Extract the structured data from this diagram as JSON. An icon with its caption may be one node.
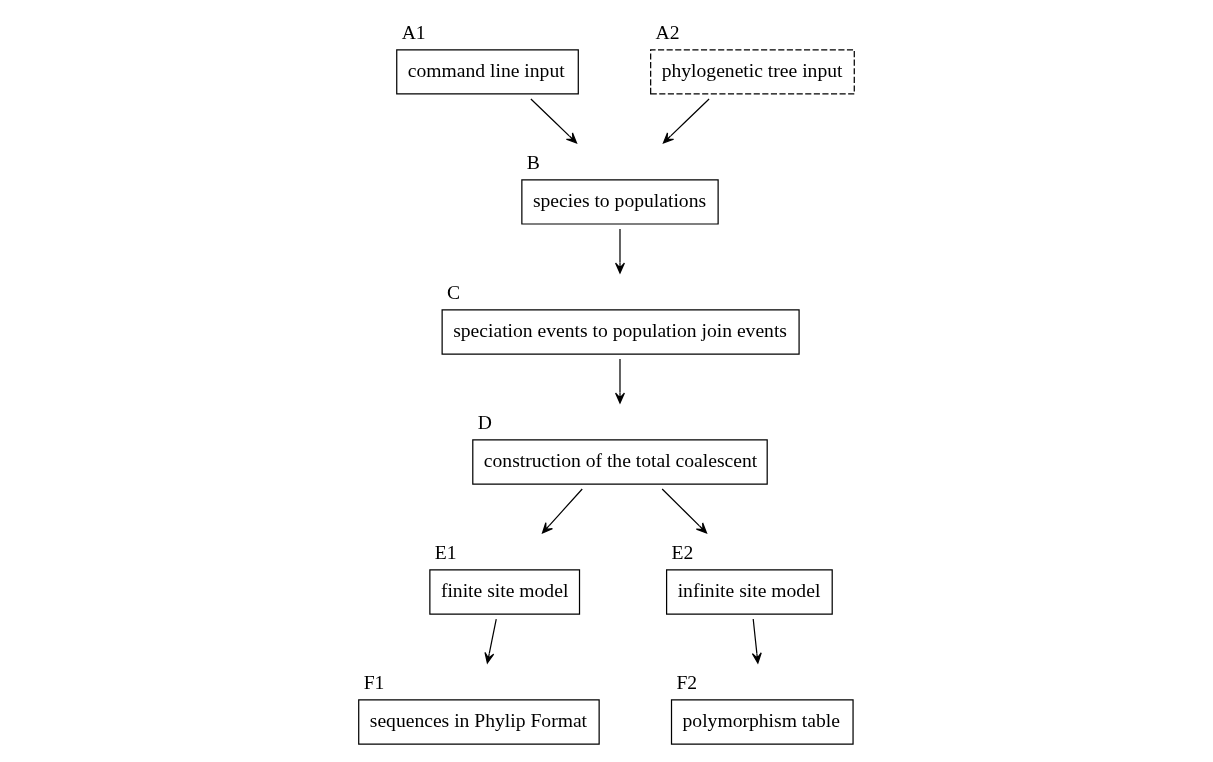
{
  "diagram": {
    "nodes": [
      {
        "text": [
          "A1",
          "command line input"
        ]
      },
      {
        "text": [
          "A2",
          "phylogenetic tree input"
        ]
      },
      {
        "text": [
          "B",
          "species to populations"
        ]
      },
      {
        "text": [
          "C",
          "speciation events to population join events"
        ]
      },
      {
        "text": [
          "D",
          "construction of the total coalescent"
        ]
      },
      {
        "text": [
          "E1",
          "finite site model"
        ]
      },
      {
        "text": [
          "E2",
          "infinite site model"
        ]
      },
      {
        "text": [
          "F1",
          "sequences in Phylip Format"
        ]
      },
      {
        "text": [
          "F2",
          "polymorphism table"
        ]
      }
    ],
    "edges": [
      {
        "from": 0,
        "to": 2,
        "arrow": "to"
      },
      {
        "from": 1,
        "to": 2,
        "arrow": "to"
      },
      {
        "from": 2,
        "to": 3,
        "arrow": "to"
      },
      {
        "from": 3,
        "to": 4,
        "arrow": "to"
      },
      {
        "from": 4,
        "to": 5,
        "arrow": "to"
      },
      {
        "from": 4,
        "to": 6,
        "arrow": "to"
      },
      {
        "from": 5,
        "to": 7,
        "arrow": "to"
      },
      {
        "from": 6,
        "to": 8,
        "arrow": "to"
      }
    ]
  }
}
